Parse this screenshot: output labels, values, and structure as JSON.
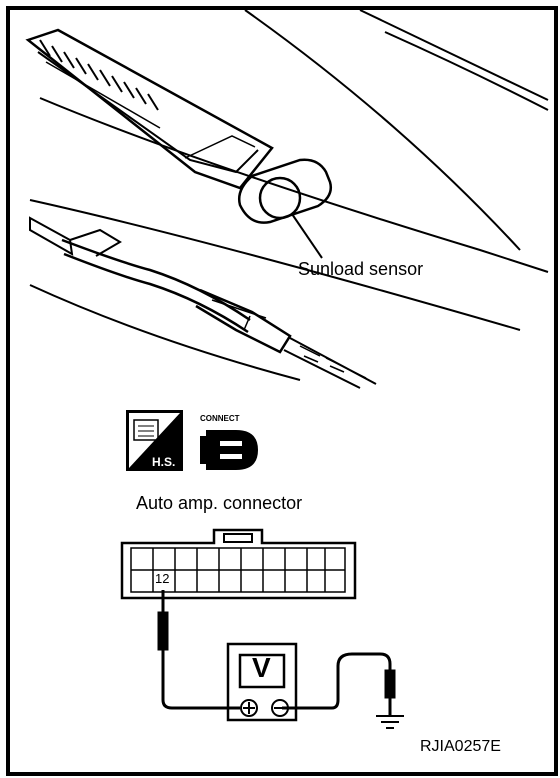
{
  "labels": {
    "sensor": "Sunload sensor",
    "connector": "Auto amp. connector",
    "terminal": "12",
    "meter": "V",
    "hs_badge": "H.S.",
    "connect_badge": "CONNECT",
    "figure_code": "RJIA0257E"
  },
  "icons": {
    "positive": "plus-terminal-icon",
    "negative": "minus-terminal-icon",
    "ground": "ground-icon"
  }
}
